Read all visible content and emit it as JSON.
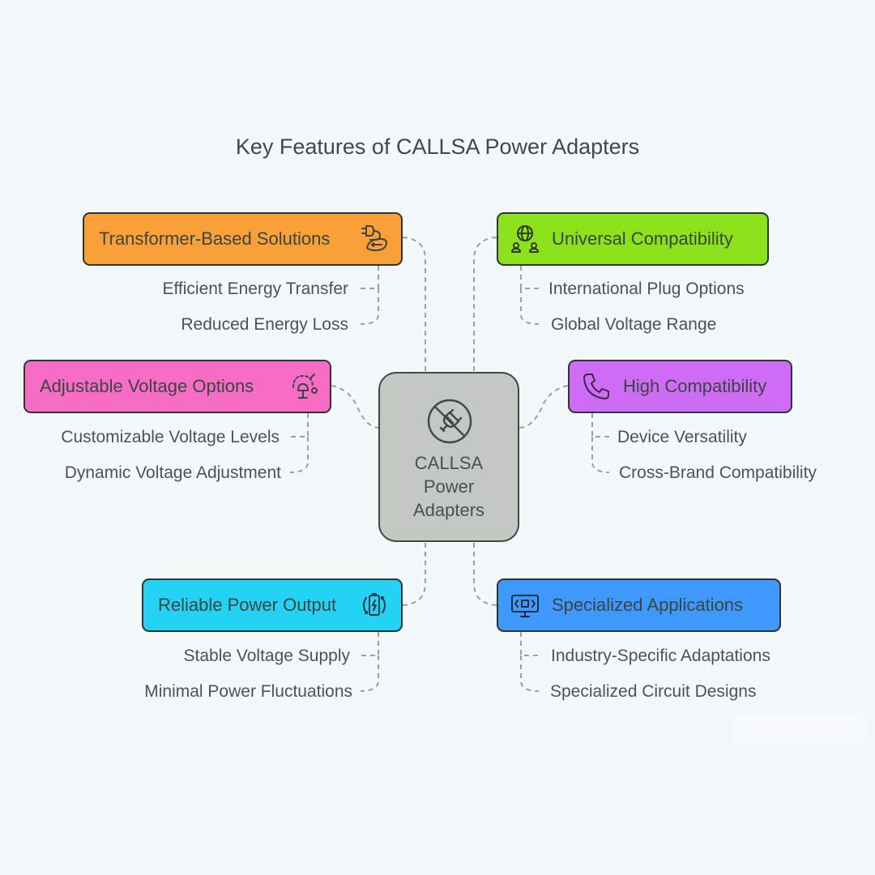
{
  "title": "Key Features of CALLSA Power Adapters",
  "center": {
    "lines": [
      "CALLSA",
      "Power",
      "Adapters"
    ],
    "icon": "unplugged-icon",
    "color": "#c3c8c2"
  },
  "branches": [
    {
      "label": "Transformer-Based Solutions",
      "icon": "plug-leaf-icon",
      "color": "#f9a038",
      "items": [
        "Efficient Energy Transfer",
        "Reduced Energy Loss"
      ]
    },
    {
      "label": "Universal Compatibility",
      "icon": "globe-users-icon",
      "color": "#8be11a",
      "items": [
        "International Plug Options",
        "Global Voltage Range"
      ]
    },
    {
      "label": "Adjustable Voltage Options",
      "icon": "adjust-lamp-icon",
      "color": "#f76cc4",
      "items": [
        "Customizable Voltage Levels",
        "Dynamic Voltage Adjustment"
      ]
    },
    {
      "label": "High Compatibility",
      "icon": "phone-icon",
      "color": "#cf6cf6",
      "items": [
        "Device Versatility",
        "Cross-Brand Compatibility"
      ]
    },
    {
      "label": "Reliable Power Output",
      "icon": "battery-cycle-icon",
      "color": "#24d2f4",
      "items": [
        "Stable Voltage Supply",
        "Minimal Power Fluctuations"
      ]
    },
    {
      "label": "Specialized Applications",
      "icon": "monitor-code-icon",
      "color": "#3f98fb",
      "items": [
        "Industry-Specific Adaptations",
        "Specialized Circuit Designs"
      ]
    }
  ]
}
